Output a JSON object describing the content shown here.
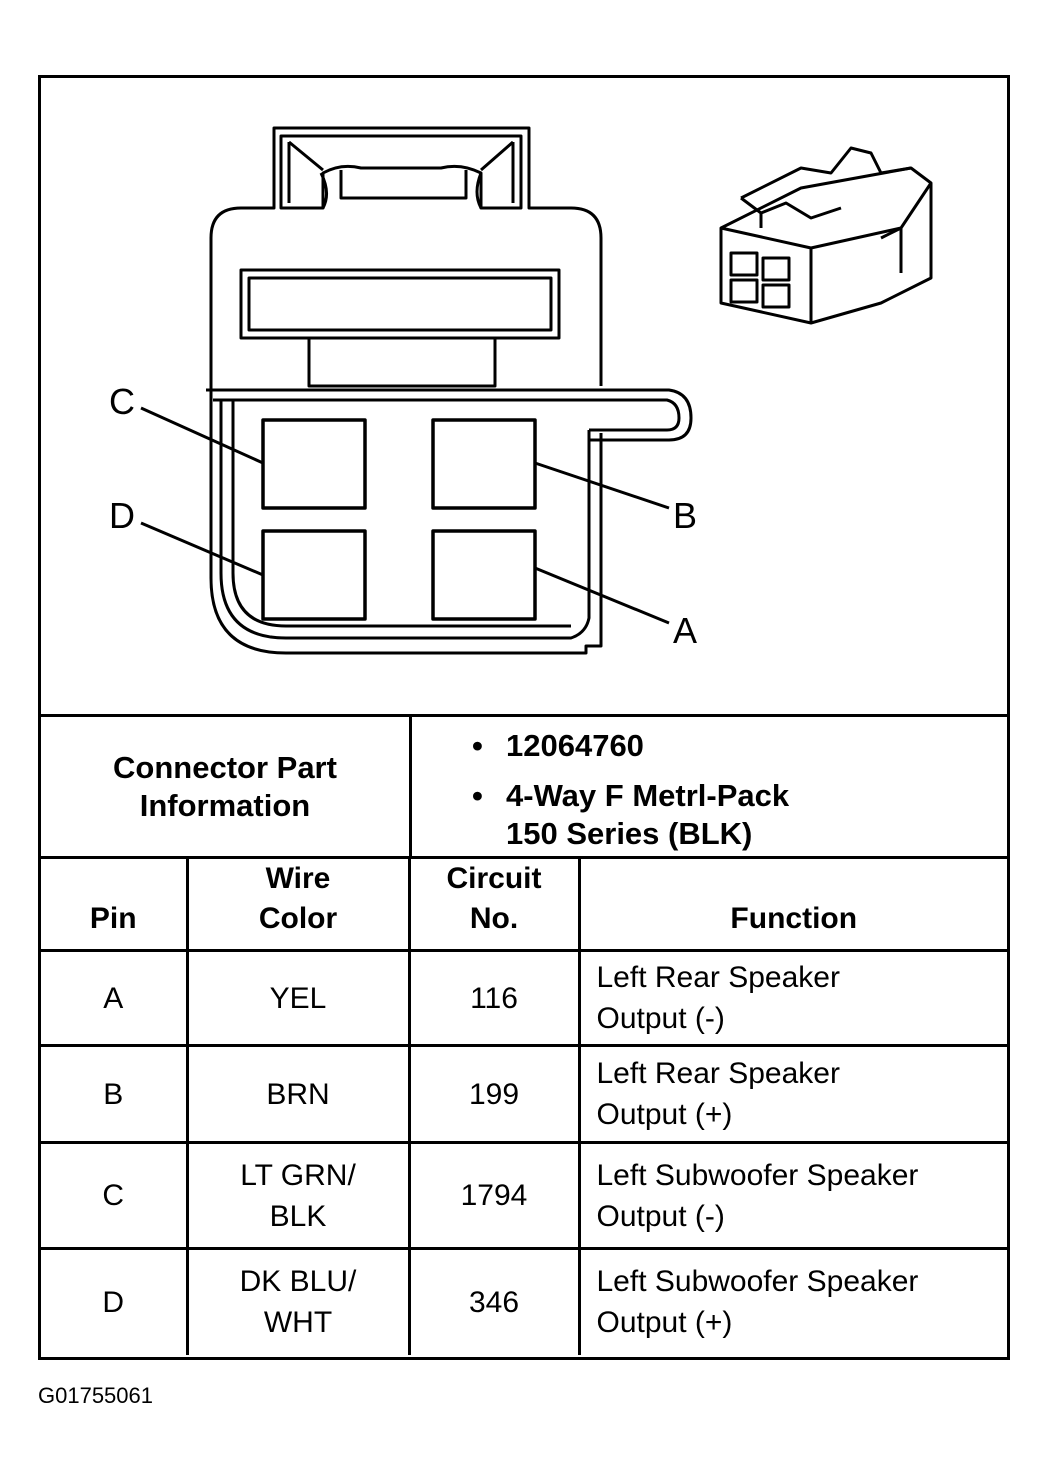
{
  "diagram": {
    "pin_labels": {
      "a": "A",
      "b": "B",
      "c": "C",
      "d": "D"
    }
  },
  "connector_info": {
    "label_line1": "Connector Part",
    "label_line2": "Information",
    "bullet": "•",
    "part_number": "12064760",
    "description_line1": "4-Way F Metrl-Pack",
    "description_line2": "150 Series (BLK)"
  },
  "table": {
    "headers": {
      "pin": "Pin",
      "wire_color_line1": "Wire",
      "wire_color_line2": "Color",
      "circuit_line1": "Circuit",
      "circuit_line2": "No.",
      "function": "Function"
    },
    "rows": [
      {
        "pin": "A",
        "color_line1": "YEL",
        "color_line2": "",
        "circuit": "116",
        "function_line1": "Left Rear Speaker",
        "function_line2": "Output (-)"
      },
      {
        "pin": "B",
        "color_line1": "BRN",
        "color_line2": "",
        "circuit": "199",
        "function_line1": "Left Rear Speaker",
        "function_line2": "Output (+)"
      },
      {
        "pin": "C",
        "color_line1": "LT GRN/",
        "color_line2": "BLK",
        "circuit": "1794",
        "function_line1": "Left Subwoofer Speaker",
        "function_line2": "Output (-)"
      },
      {
        "pin": "D",
        "color_line1": "DK BLU/",
        "color_line2": "WHT",
        "circuit": "346",
        "function_line1": "Left Subwoofer Speaker",
        "function_line2": "Output (+)"
      }
    ]
  },
  "footer": {
    "code": "G01755061"
  }
}
